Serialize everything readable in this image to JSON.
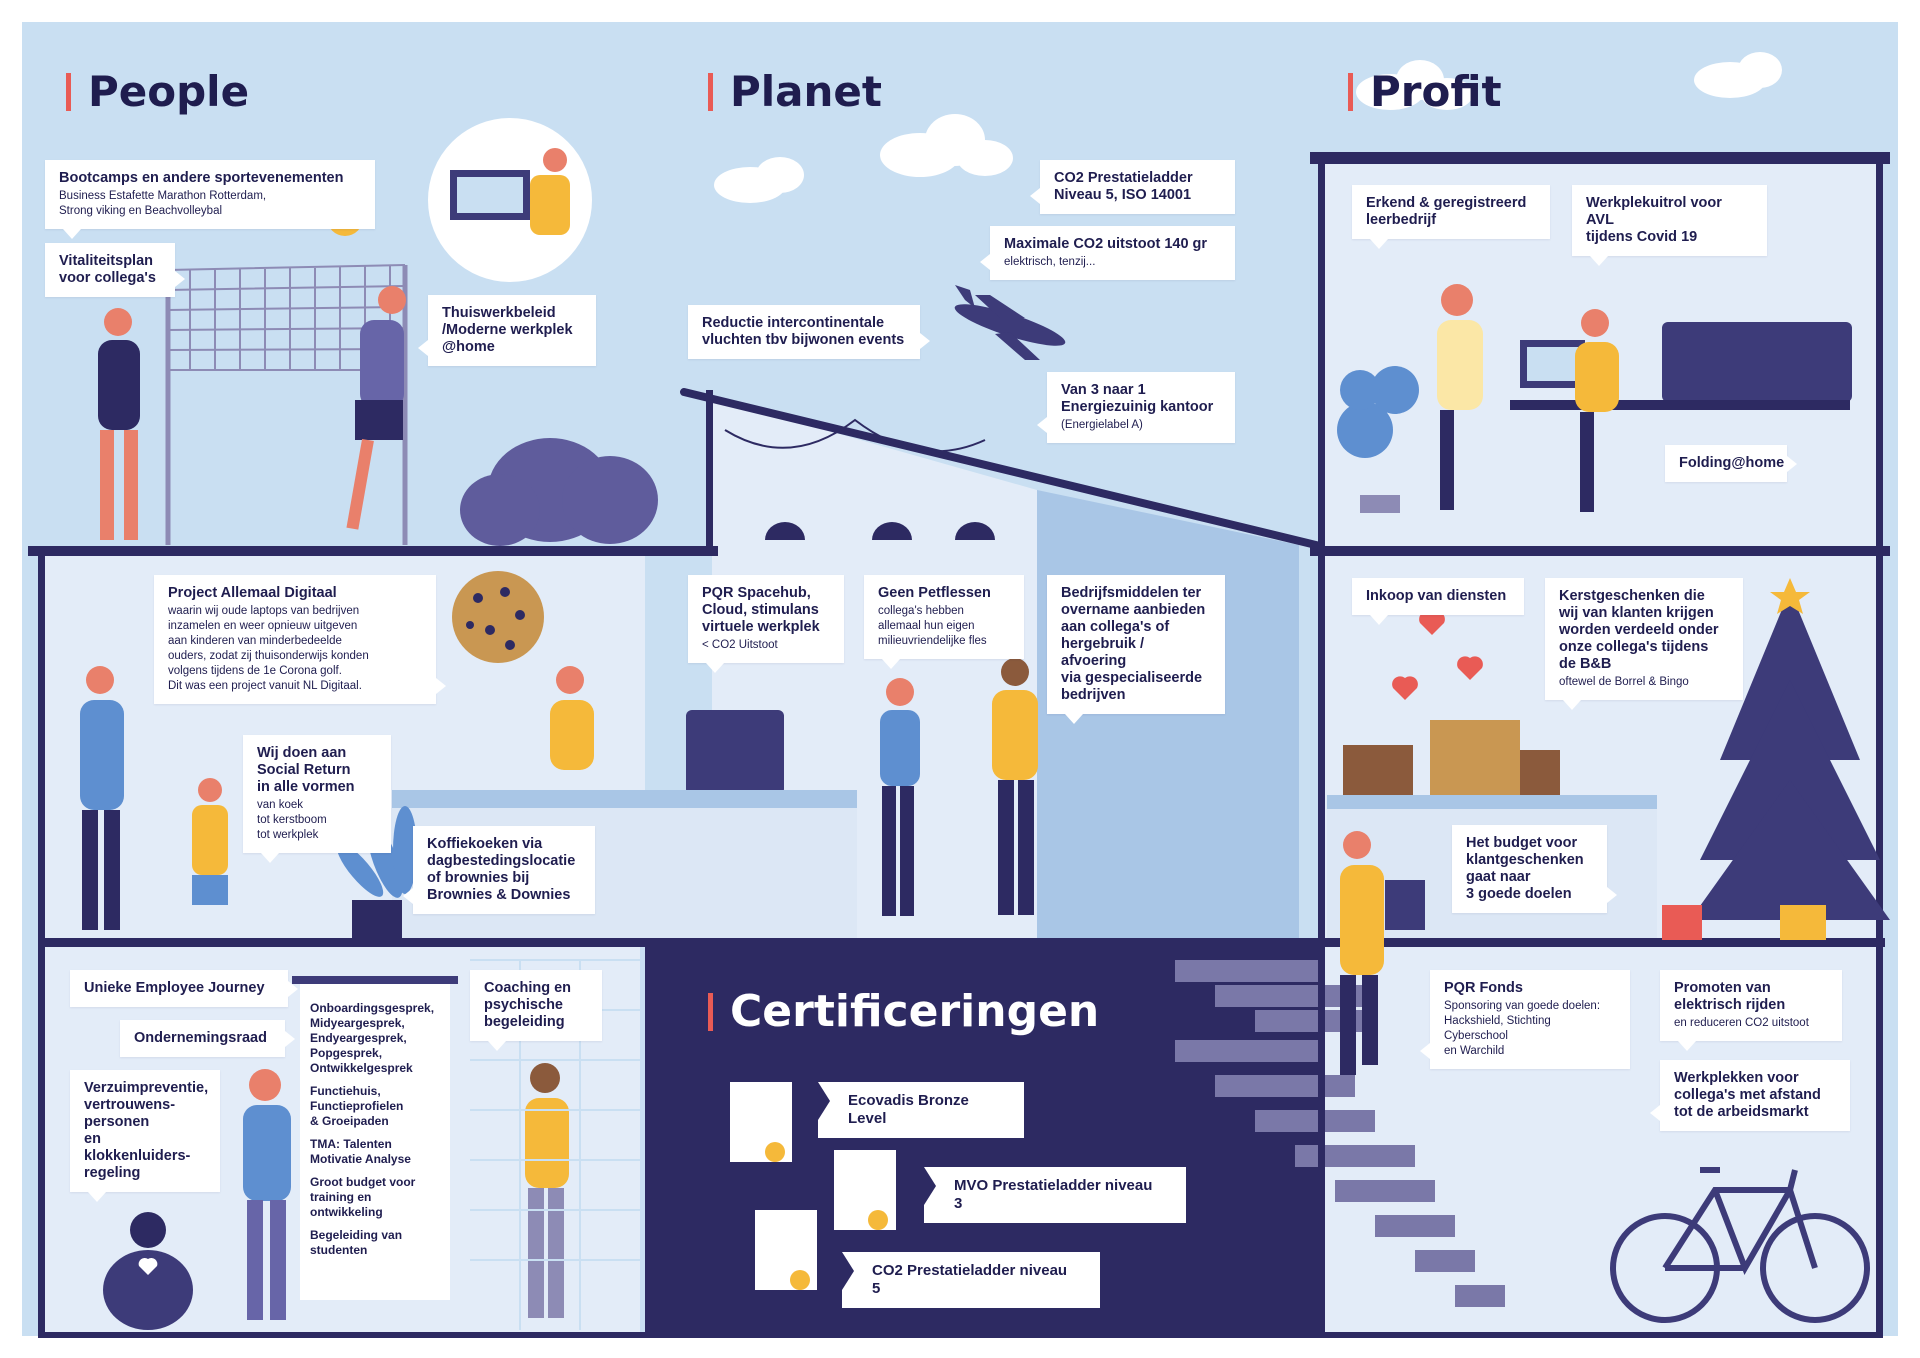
{
  "headings": {
    "people": "People",
    "planet": "Planet",
    "profit": "Profit",
    "certificeringen": "Certificeringen"
  },
  "people": {
    "bootcamps": {
      "title": "Bootcamps en andere sportevenementen",
      "detail": "Business Estafette Marathon Rotterdam,\nStrong viking en Beachvolleybal"
    },
    "vitaliteit": {
      "title": "Vitaliteitsplan\nvoor collega's"
    },
    "thuiswerk": {
      "title": "Thuiswerkbeleid\n/Moderne werkplek\n@home"
    },
    "allemaal_digitaal": {
      "title": "Project Allemaal Digitaal",
      "detail": "waarin wij oude laptops van bedrijven\ninzamelen en weer opnieuw uitgeven\naan kinderen van minderbedeelde\nouders, zodat zij thuisonderwijs konden\nvolgens tijdens de 1e Corona golf.\nDit was een project vanuit NL Digitaal."
    },
    "social_return": {
      "title": "Wij doen aan\nSocial Return\nin alle vormen",
      "detail": "van koek\ntot kerstboom\ntot werkplek"
    },
    "koffiekoeken": {
      "title": "Koffiekoeken via\ndagbestedingslocatie\nof brownies bij\nBrownies & Downies"
    },
    "employee_journey": {
      "title": "Unieke Employee Journey"
    },
    "ondernemingsraad": {
      "title": "Ondernemingsraad"
    },
    "verzuim": {
      "title": "Verzuimpreventie,\nvertrouwens-\npersonen\nen klokkenluiders-\nregeling"
    },
    "coaching": {
      "title": "Coaching en\npsychische\nbegeleiding"
    },
    "board_items": [
      "Onboardingsgesprek,\nMidyeargesprek,\nEndyeargesprek,\nPopgesprek,\nOntwikkelgesprek",
      "Functiehuis,\nFunctieprofielen\n& Groeipaden",
      "TMA: Talenten\nMotivatie Analyse",
      "Groot budget voor\ntraining en\nontwikkeling",
      "Begeleiding van\nstudenten"
    ]
  },
  "planet": {
    "co2_ladder": {
      "title": "CO2 Prestatieladder\nNiveau 5, ISO 14001"
    },
    "max_co2": {
      "title": "Maximale CO2 uitstoot 140 gr",
      "detail": "elektrisch, tenzij..."
    },
    "reductie": {
      "title": "Reductie intercontinentale\nvluchten tbv bijwonen events"
    },
    "energie": {
      "title": "Van 3 naar 1\nEnergiezuinig kantoor",
      "detail": "(Energielabel A)"
    },
    "spacehub": {
      "title": "PQR Spacehub,\nCloud, stimulans\nvirtuele werkplek",
      "detail": "< CO2 Uitstoot"
    },
    "petflessen": {
      "title": "Geen Petflessen",
      "detail": "collega's hebben\nallemaal hun eigen\nmilieuvriendelijke fles"
    },
    "bedrijfsmiddelen": {
      "title": "Bedrijfsmiddelen ter\novername aanbieden\naan collega's of\nhergebruik / afvoering\nvia gespecialiseerde\nbedrijven"
    }
  },
  "profit": {
    "erkend": {
      "title": "Erkend & geregistreerd\nleerbedrijf"
    },
    "werkplekuitrol": {
      "title": "Werkplekuitrol voor AVL\ntijdens Covid 19"
    },
    "folding": {
      "title": "Folding@home"
    },
    "inkoop": {
      "title": "Inkoop van diensten"
    },
    "kerst": {
      "title": "Kerstgeschenken die\nwij van klanten krijgen\nworden verdeeld onder\nonze collega's tijdens\nde B&B",
      "detail": "oftewel de Borrel & Bingo"
    },
    "budget": {
      "title": "Het budget voor\nklantgeschenken\ngaat naar\n3 goede doelen"
    },
    "fonds": {
      "title": "PQR Fonds",
      "detail": "Sponsoring van goede doelen:\nHackshield, Stichting Cyberschool\nen Warchild"
    },
    "elektrisch": {
      "title": "Promoten van\nelektrisch rijden",
      "detail": "en reduceren CO2 uitstoot"
    },
    "werkplekken": {
      "title": "Werkplekken voor\ncollega's met afstand\ntot de arbeidsmarkt"
    }
  },
  "certificeringen": {
    "items": [
      "Ecovadis Bronze Level",
      "MVO Prestatieladder niveau 3",
      "CO2 Prestatieladder niveau 5"
    ]
  },
  "colors": {
    "sky": "#c9dff2",
    "room": "#e3ecf8",
    "navy": "#2d2a62",
    "ink": "#1f1d4f",
    "accent_red": "#e95b55",
    "yellow": "#f5b93a",
    "blue_figure": "#5e8fd0"
  },
  "icons": [
    "volleyball-icon",
    "airplane-icon",
    "cookie-icon",
    "christmas-tree-icon",
    "bicycle-icon",
    "certificate-icon",
    "heart-icon",
    "cloud-icon"
  ]
}
